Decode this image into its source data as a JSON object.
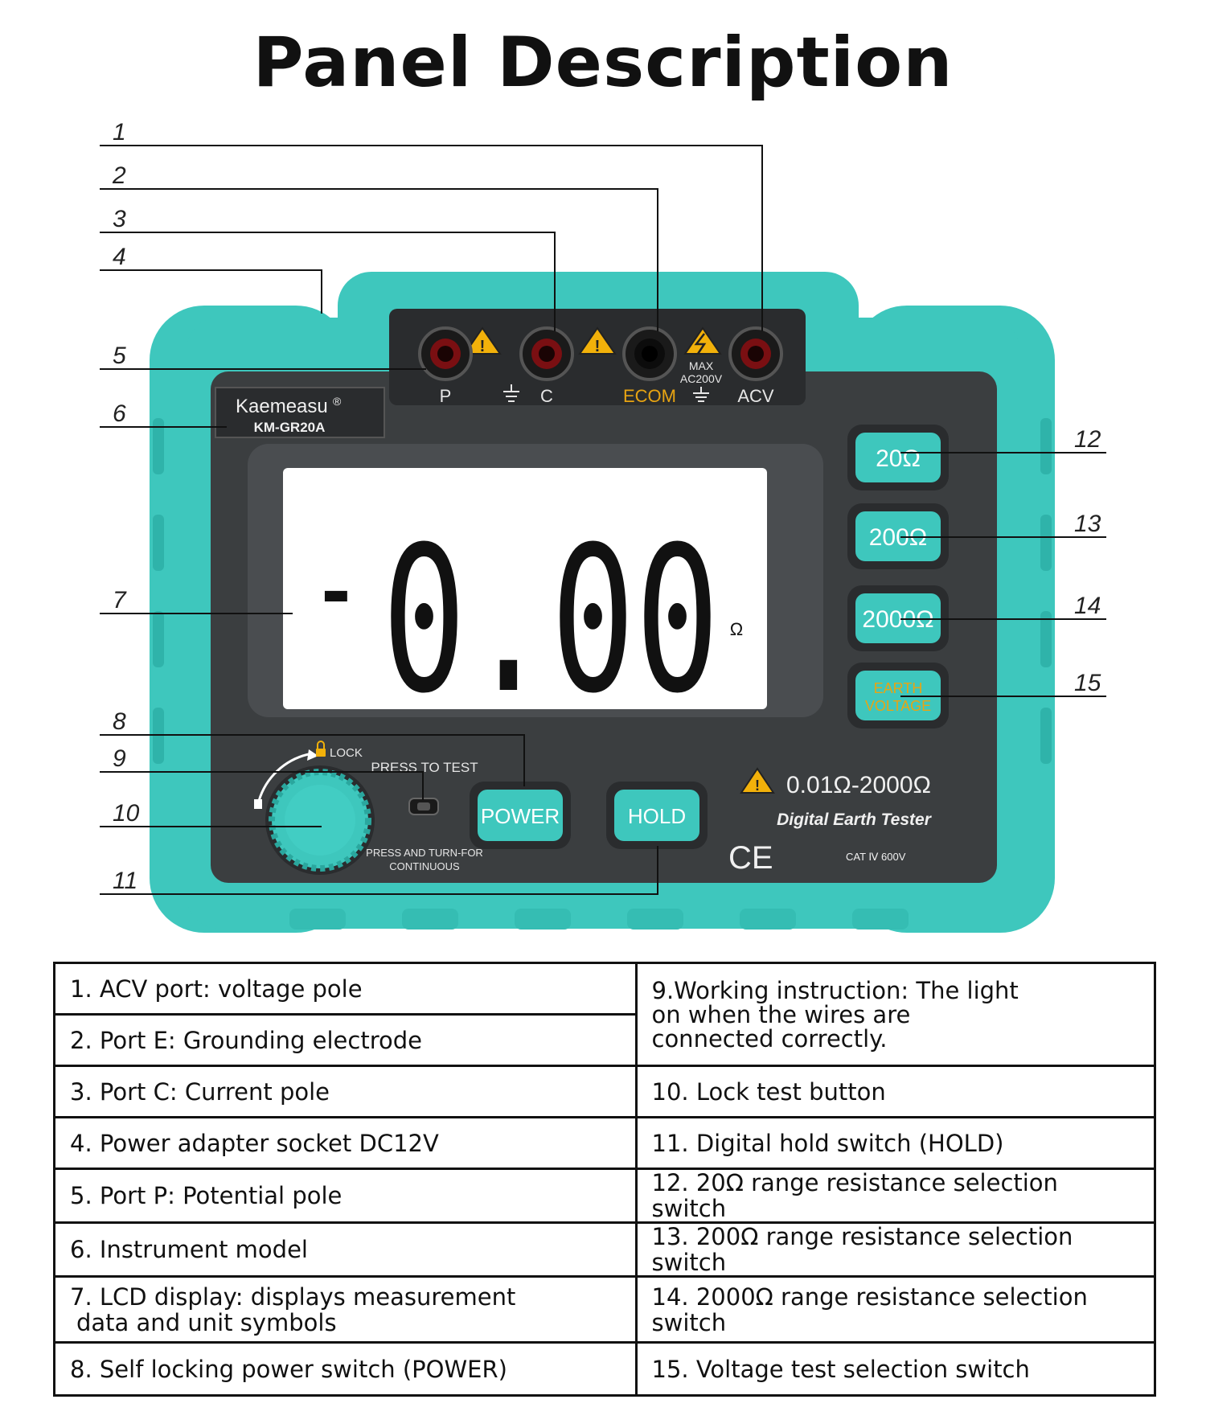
{
  "title": "Panel Description",
  "callouts": [
    "1",
    "2",
    "3",
    "4",
    "5",
    "6",
    "7",
    "8",
    "9",
    "10",
    "11",
    "12",
    "13",
    "14",
    "15"
  ],
  "device": {
    "brand": "Kaemeasu",
    "brand_mark": "®",
    "model": "KM-GR20A",
    "ports": {
      "p": "P",
      "c": "C",
      "ecom": "ECOM",
      "acv": "ACV",
      "max": "MAX",
      "ac200v": "AC200V"
    },
    "display": {
      "sign": "-",
      "reading": "0.00",
      "unit": "Ω"
    },
    "buttons": {
      "r20": "20Ω",
      "r200": "200Ω",
      "r2000": "2000Ω",
      "earth": "EARTH",
      "voltage": "VOLTAGE",
      "power": "POWER",
      "hold": "HOLD"
    },
    "lock": "LOCK",
    "press_to_test": "PRESS TO TEST",
    "press_turn_line1": "PRESS AND TURN-FOR",
    "press_turn_line2": "CONTINUOUS",
    "range": "0.01Ω-2000Ω",
    "product_name": "Digital Earth Tester",
    "ce": "CE",
    "cat": "CAT Ⅳ 600V"
  },
  "descriptions": {
    "left": [
      "1. ACV port: voltage pole",
      "2. Port E: Grounding electrode",
      "3. Port C: Current pole",
      "4. Power adapter socket DC12V",
      "5. Port P: Potential pole",
      "6. Instrument model",
      "7. LCD display: displays measurement",
      "data and unit symbols",
      "8. Self locking power switch (POWER)"
    ],
    "right": [
      "9.Working instruction: The light",
      "on when the wires are",
      "connected correctly.",
      "10. Lock test button",
      "11. Digital hold switch (HOLD)",
      "12. 20Ω range resistance selection switch",
      "13. 200Ω range resistance selection switch",
      "14. 2000Ω range resistance selection switch",
      "15. Voltage test selection switch"
    ]
  },
  "colors": {
    "housing": "#3ec7bd",
    "housing_dark": "#2aa79e",
    "panel": "#3b3e40",
    "lcd": "#ffffff",
    "warning": "#f2b10a",
    "ecom_label": "#e8a412"
  }
}
